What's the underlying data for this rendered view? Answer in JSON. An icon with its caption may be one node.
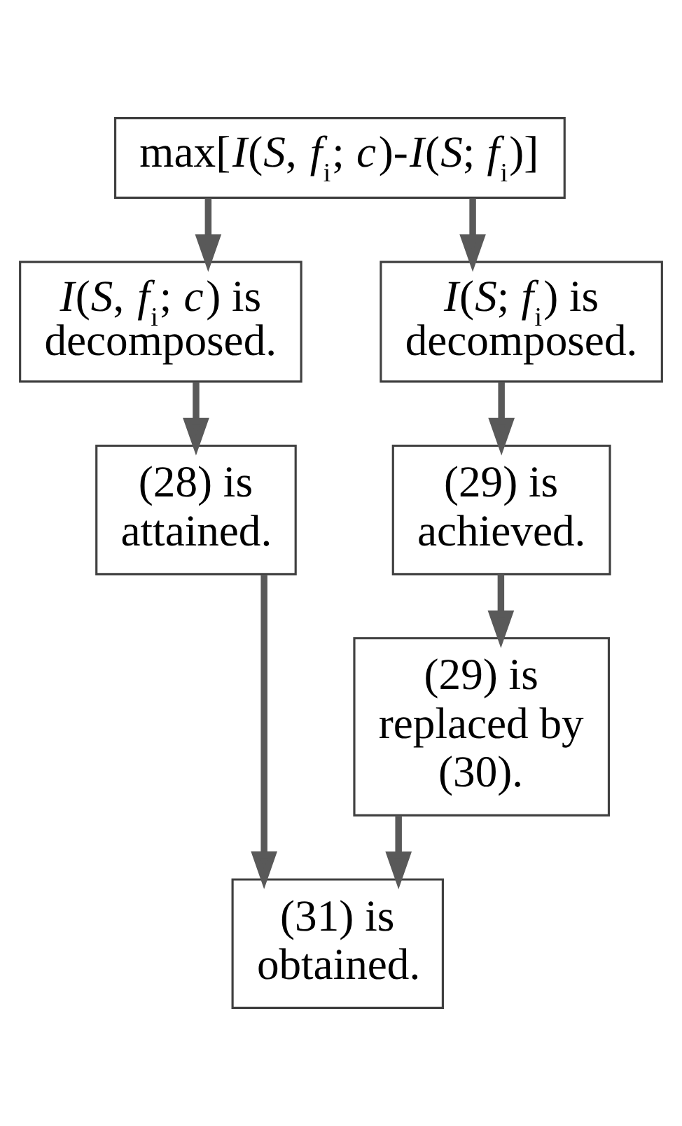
{
  "diagram": {
    "nodes": [
      {
        "text": [
          "max[*I*(*S*, *f*$_{i}$; *c*)-*I*(*S*; *f*$_{i}$)]"
        ]
      },
      {
        "text": [
          "*I*(*S*, *f*$_{i}$; *c*) is decomposed."
        ]
      },
      {
        "text": [
          "*I*(*S*; *f*$_{i}$) is decomposed."
        ]
      },
      {
        "text": [
          "(28) is attained."
        ]
      },
      {
        "text": [
          "(29) is achieved."
        ]
      },
      {
        "text": [
          "(29) is replaced by (30)."
        ]
      },
      {
        "text": [
          "(31) is obtained."
        ]
      }
    ],
    "edges": [
      {
        "from": 0,
        "to": 1,
        "arrow": "to"
      },
      {
        "from": 0,
        "to": 2,
        "arrow": "to"
      },
      {
        "from": 1,
        "to": 3,
        "arrow": "to"
      },
      {
        "from": 2,
        "to": 4,
        "arrow": "to"
      },
      {
        "from": 4,
        "to": 5,
        "arrow": "to"
      },
      {
        "from": 3,
        "to": 6,
        "arrow": "to"
      },
      {
        "from": 5,
        "to": 6,
        "arrow": "to"
      }
    ]
  }
}
